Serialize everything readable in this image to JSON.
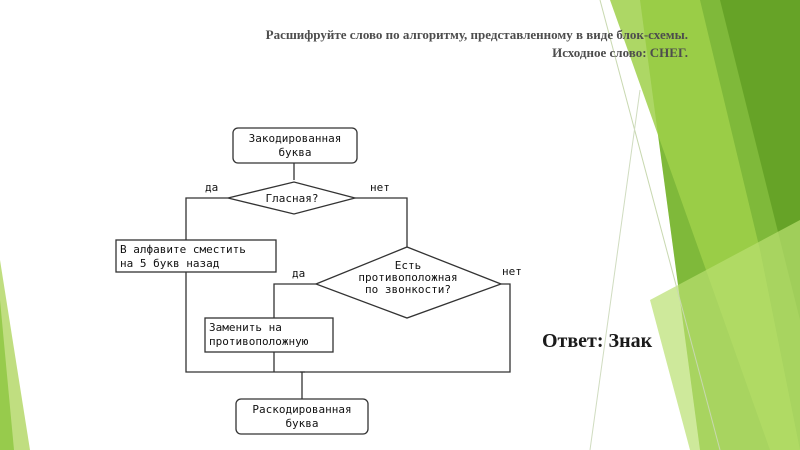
{
  "title": {
    "line1": "Расшифруйте слово по алгоритму, представленному в виде блок-схемы.",
    "line2": "Исходное слово: СНЕГ."
  },
  "flowchart": {
    "start": [
      "Закодированная",
      "буква"
    ],
    "decision_vowel": "Гласная?",
    "yes1": "да",
    "no1": "нет",
    "shift_block": [
      "В алфавите сместить",
      "на 5 букв назад"
    ],
    "decision_voice": [
      "Есть",
      "противоположная",
      "по звонкости?"
    ],
    "yes2": "да",
    "no2": "нет",
    "replace_block": [
      "Заменить на",
      "противоположную"
    ],
    "end": [
      "Раскодированная",
      "буква"
    ]
  },
  "answer": "Ответ: Знак",
  "colors": {
    "accent_green": "#7ab51d",
    "light_green": "#a9d44c",
    "text": "#4d4d4d"
  }
}
